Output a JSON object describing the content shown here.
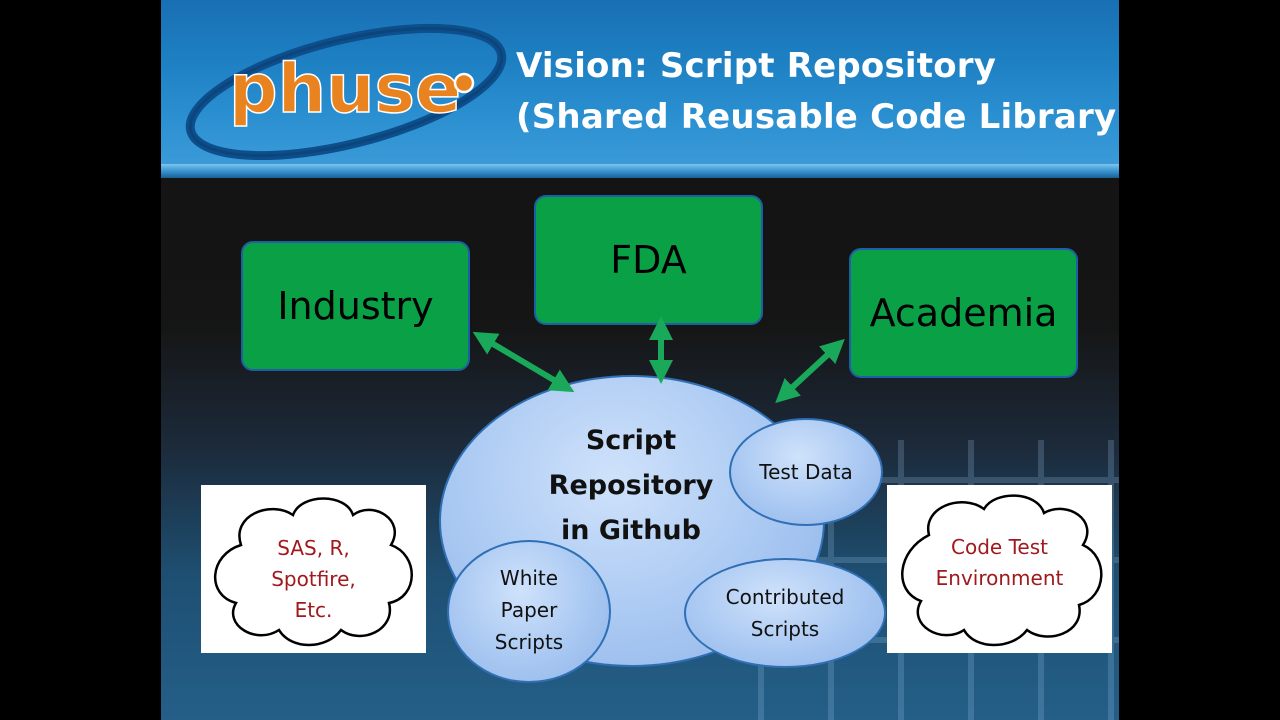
{
  "header": {
    "logo_text": "phuse",
    "title_line_1": "Vision: Script Repository",
    "title_line_2": "(Shared Reusable Code Library)"
  },
  "stakeholders": {
    "industry": "Industry",
    "fda": "FDA",
    "academia": "Academia"
  },
  "repository": {
    "line_1": "Script",
    "line_2": "Repository",
    "line_3": "in Github"
  },
  "sub_bubbles": {
    "test_data": "Test Data",
    "white_paper": [
      "White",
      "Paper",
      "Scripts"
    ],
    "contributed": [
      "Contributed",
      "Scripts"
    ]
  },
  "clouds": {
    "left": [
      "SAS, R,",
      "Spotfire,",
      "Etc."
    ],
    "right": [
      "Code Test",
      "Environment"
    ]
  },
  "colors": {
    "box_green": "#0aa046",
    "arrow_green": "#1aa85a",
    "cloud_text_red": "#a0191c",
    "header_blue": "#1d7fc2",
    "logo_orange": "#e9831f"
  }
}
